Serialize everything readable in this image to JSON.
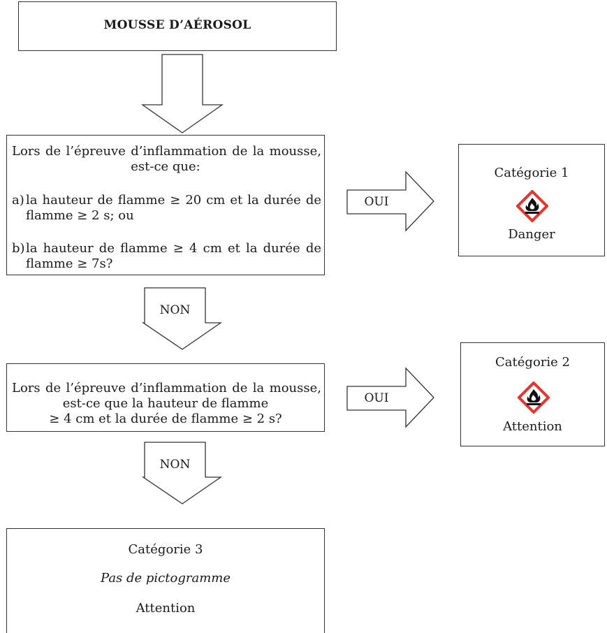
{
  "start": {
    "title": "MOUSSE D’AÉROSOL"
  },
  "question1": {
    "line1": "Lors de l’épreuve d’inflammation de la mousse,",
    "line2": "est-ce que:",
    "a_prefix": "a)",
    "a_line1": "la hauteur de flamme ≥ 20 cm et la durée de",
    "a_line2": "flamme ≥ 2 s; ou",
    "b_prefix": "b)",
    "b_line1": "la hauteur de flamme ≥ 4 cm et la durée de",
    "b_line2": "flamme ≥ 7s?"
  },
  "question2": {
    "line1": "Lors de l’épreuve d’inflammation de la mousse,",
    "line2": "est-ce que la hauteur de flamme",
    "line3": "≥ 4 cm et la durée de flamme ≥ 2 s?"
  },
  "arrows": {
    "yes": "OUI",
    "no": "NON"
  },
  "category1": {
    "label": "Catégorie 1",
    "signal_word": "Danger",
    "pictogram": "flame-pictogram"
  },
  "category2": {
    "label": "Catégorie 2",
    "signal_word": "Attention",
    "pictogram": "flame-pictogram"
  },
  "category3": {
    "label": "Catégorie 3",
    "pictogram_text": "Pas de pictogramme",
    "signal_word": "Attention"
  },
  "colors": {
    "pictogram_border": "#e8342c",
    "line": "#333333"
  }
}
